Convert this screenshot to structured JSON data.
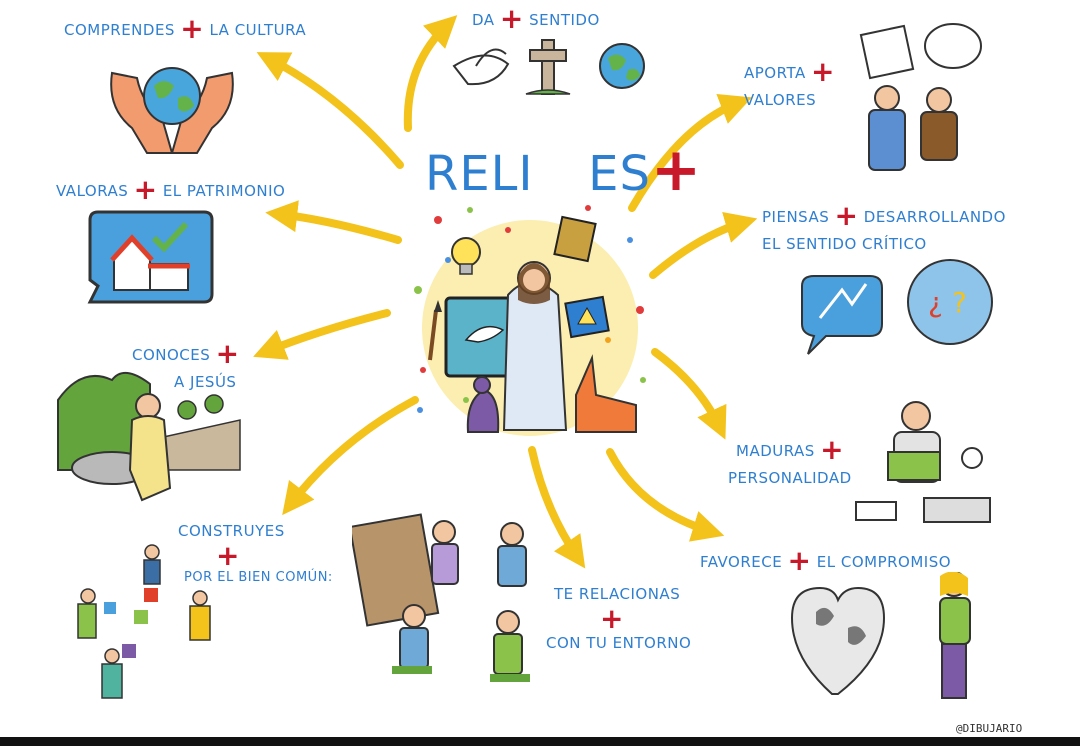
{
  "title": {
    "reli": "RELI",
    "es": "ES",
    "plus": "+"
  },
  "plus_sign": "+",
  "topics": {
    "cultura": {
      "line1_a": "COMPRENDES",
      "line1_b": "LA CULTURA"
    },
    "sentido": {
      "line1_a": "DA",
      "line1_b": "SENTIDO"
    },
    "valores": {
      "line1_a": "APORTA",
      "line2": "VALORES"
    },
    "patrimonio": {
      "line1_a": "VALORAS",
      "line1_b": "EL PATRIMONIO"
    },
    "critico": {
      "line1_a": "PIENSAS",
      "line1_b": "DESARROLLANDO",
      "line2": "EL SENTIDO CRÍTICO"
    },
    "jesus": {
      "line1_a": "CONOCES",
      "line2": "A JESÚS"
    },
    "madurar": {
      "line1_a": "MADURAS",
      "line2": "PERSONALIDAD"
    },
    "construir": {
      "line1_a": "CONSTRUYES",
      "line2": "POR EL BIEN COMÚN:"
    },
    "relacionas": {
      "line1_a": "TE RELACIONAS",
      "line2": "CON TU ENTORNO"
    },
    "compromiso": {
      "line1_a": "FAVORECE",
      "line1_b": "EL COMPROMISO"
    }
  },
  "credit": "@DIBUJARIO",
  "colors": {
    "label_blue": "#2f7fd0",
    "plus_red": "#c8192a",
    "arrow_yellow": "#f3c21b",
    "center_glow": "#fbeeb0"
  }
}
